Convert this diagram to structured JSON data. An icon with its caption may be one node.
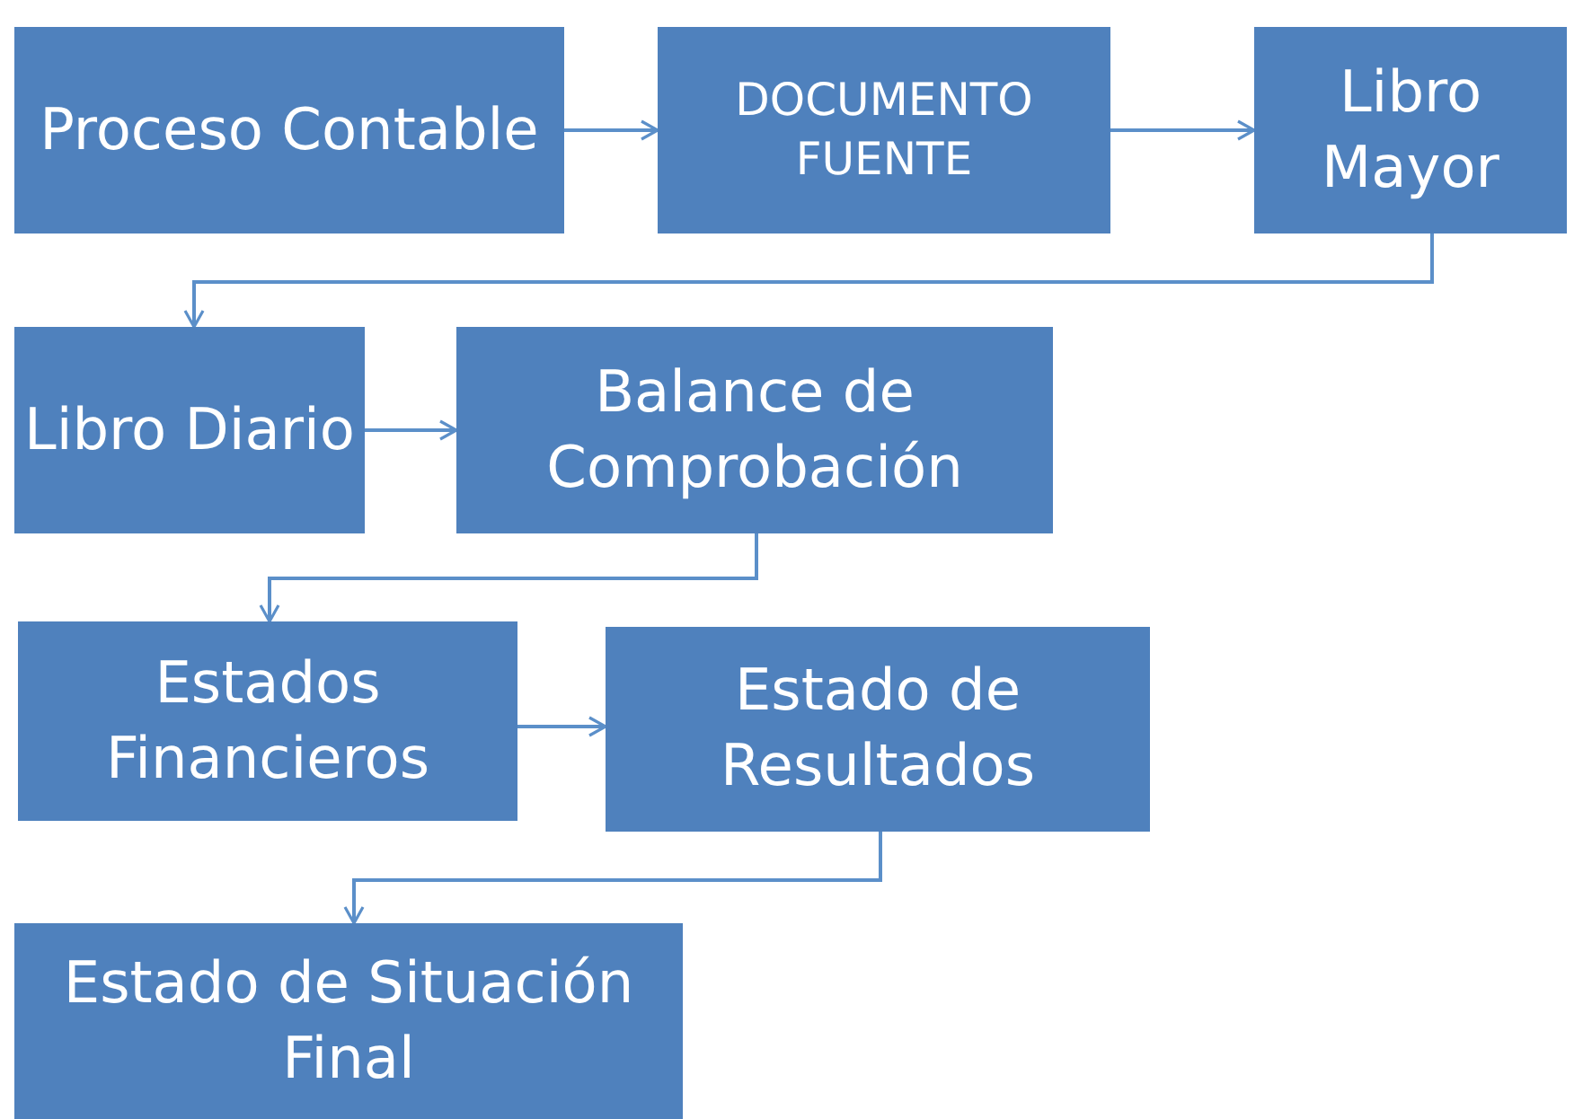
{
  "diagram": {
    "nodes": [
      {
        "text": [
          "Proceso Contable"
        ]
      },
      {
        "text": [
          "DOCUMENTO FUENTE"
        ]
      },
      {
        "text": [
          "Libro Mayor"
        ]
      },
      {
        "text": [
          "Libro Diario"
        ]
      },
      {
        "text": [
          "Balance de Comprobación"
        ]
      },
      {
        "text": [
          "Estados Financieros"
        ]
      },
      {
        "text": [
          "Estado de Resultados"
        ]
      },
      {
        "text": [
          "Estado de Situación Final"
        ]
      }
    ],
    "edges": [
      {
        "from": 0,
        "to": 1,
        "arrow": "to"
      },
      {
        "from": 1,
        "to": 2,
        "arrow": "to"
      },
      {
        "from": 2,
        "to": 3,
        "arrow": "to"
      },
      {
        "from": 3,
        "to": 4,
        "arrow": "to"
      },
      {
        "from": 4,
        "to": 5,
        "arrow": "to"
      },
      {
        "from": 5,
        "to": 6,
        "arrow": "to"
      },
      {
        "from": 6,
        "to": 7,
        "arrow": "to"
      }
    ]
  }
}
